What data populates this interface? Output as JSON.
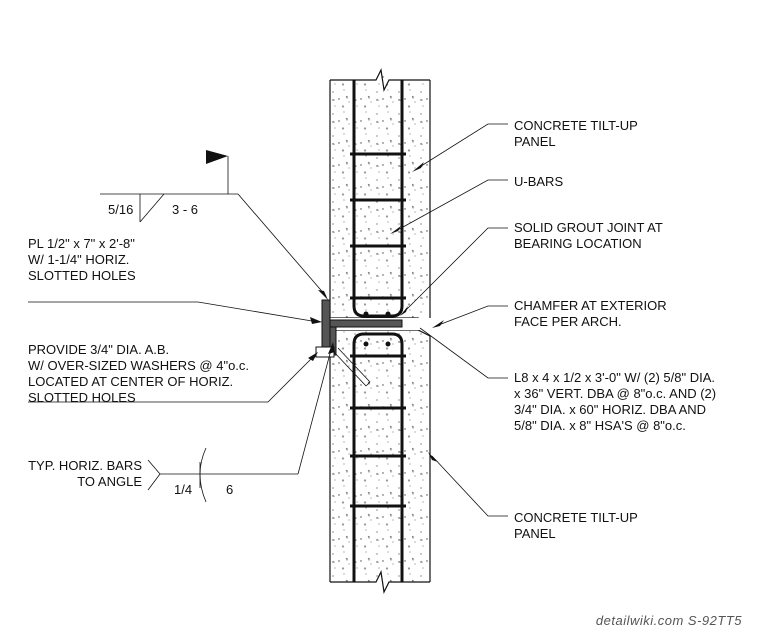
{
  "labels": {
    "panel_top": [
      "CONCRETE TILT-UP",
      "PANEL"
    ],
    "u_bars": "U-BARS",
    "grout": [
      "SOLID GROUT JOINT AT",
      "BEARING LOCATION"
    ],
    "chamfer": [
      "CHAMFER AT EXTERIOR",
      "FACE PER ARCH."
    ],
    "angle": [
      "L8 x 4 x 1/2 x 3'-0\" W/ (2) 5/8\" DIA.",
      "x 36\" VERT. DBA @ 8\"o.c. AND (2)",
      "3/4\" DIA. x 60\" HORIZ. DBA AND",
      "5/8\" DIA. x 8\" HSA'S @ 8\"o.c."
    ],
    "panel_bottom": [
      "CONCRETE TILT-UP",
      "PANEL"
    ],
    "plate": [
      "PL 1/2\" x 7\" x 2'-8\"",
      "W/ 1-1/4\" HORIZ.",
      "SLOTTED HOLES"
    ],
    "anchor_bolt": [
      "PROVIDE 3/4\" DIA. A.B.",
      "W/ OVER-SIZED WASHERS @ 4\"o.c.",
      "LOCATED AT CENTER OF HORIZ.",
      "SLOTTED HOLES"
    ],
    "horiz_bars": [
      "TYP. HORIZ. BARS",
      "TO ANGLE"
    ]
  },
  "weld_top": {
    "size": "5/16",
    "length": "3 - 6"
  },
  "weld_bottom": {
    "size": "1/4",
    "length": "6"
  },
  "watermark": "detailwiki.com   S-92TT5"
}
